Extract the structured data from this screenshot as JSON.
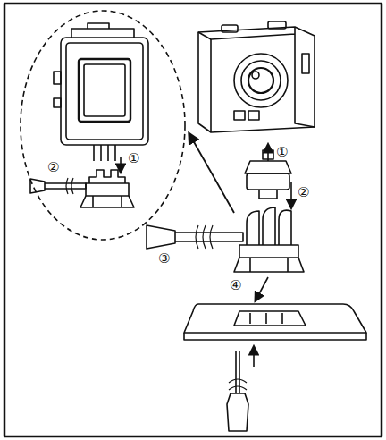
{
  "diagram": {
    "labels": [
      "②",
      "①",
      "①",
      "②",
      "③",
      "④"
    ]
  }
}
